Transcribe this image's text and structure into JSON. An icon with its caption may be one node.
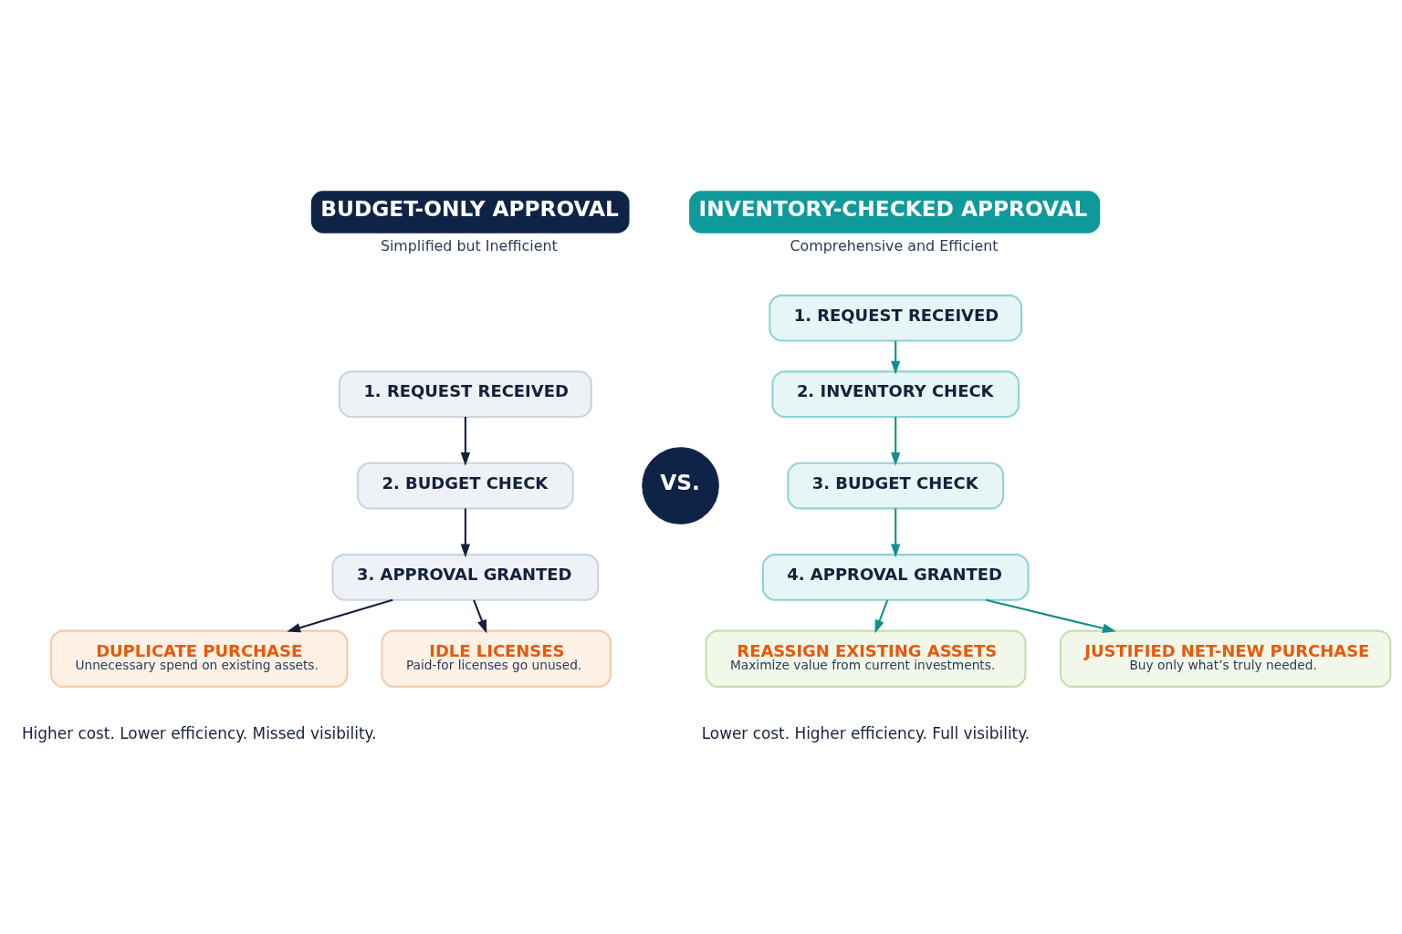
{
  "diagram": {
    "nodes": [
      {
        "text": [
          "BUDGET-ONLY APPROVAL"
        ],
        "beside": [
          "Simplified but Inefficient"
        ]
      },
      {
        "text": [
          "1. REQUEST RECEIVED"
        ]
      },
      {
        "text": [
          "2. BUDGET CHECK"
        ]
      },
      {
        "text": [
          "3. APPROVAL GRANTED"
        ]
      },
      {
        "text": [
          "DUPLICATE PURCHASE",
          "Unnecessary spend on existing assets."
        ]
      },
      {
        "text": [
          "IDLE LICENSES",
          "Paid-for licenses go unused."
        ]
      },
      {
        "text": [
          "VS."
        ]
      },
      {
        "text": [
          "INVENTORY-CHECKED APPROVAL"
        ],
        "beside": [
          "Comprehensive and Efficient"
        ]
      },
      {
        "text": [
          "1. REQUEST RECEIVED"
        ]
      },
      {
        "text": [
          "2. INVENTORY CHECK"
        ]
      },
      {
        "text": [
          "3. BUDGET CHECK"
        ]
      },
      {
        "text": [
          "4. APPROVAL GRANTED"
        ]
      },
      {
        "text": [
          "REASSIGN EXISTING ASSETS",
          "Maximize value from current investments."
        ]
      },
      {
        "text": [
          "JUSTIFIED NET-NEW PURCHASE",
          "Buy only what’s truly needed."
        ]
      }
    ],
    "edges": [
      {
        "from": 1,
        "to": 2,
        "arrow": "to",
        "color": "#14213d"
      },
      {
        "from": 2,
        "to": 3,
        "arrow": "to",
        "color": "#14213d"
      },
      {
        "from": 3,
        "to": 4,
        "arrow": "to",
        "color": "#14213d"
      },
      {
        "from": 3,
        "to": 5,
        "arrow": "to",
        "color": "#14213d"
      },
      {
        "from": 8,
        "to": 9,
        "arrow": "to"
      },
      {
        "from": 9,
        "to": 10,
        "arrow": "to"
      },
      {
        "from": 10,
        "to": 11,
        "arrow": "to"
      },
      {
        "from": 11,
        "to": 12,
        "arrow": "to"
      },
      {
        "from": 11,
        "to": 13,
        "arrow": "to"
      }
    ],
    "labels": [
      "Higher cost. Lower efficiency. Missed visibility.",
      "Lower cost. Higher efficiency. Full visibility."
    ]
  }
}
